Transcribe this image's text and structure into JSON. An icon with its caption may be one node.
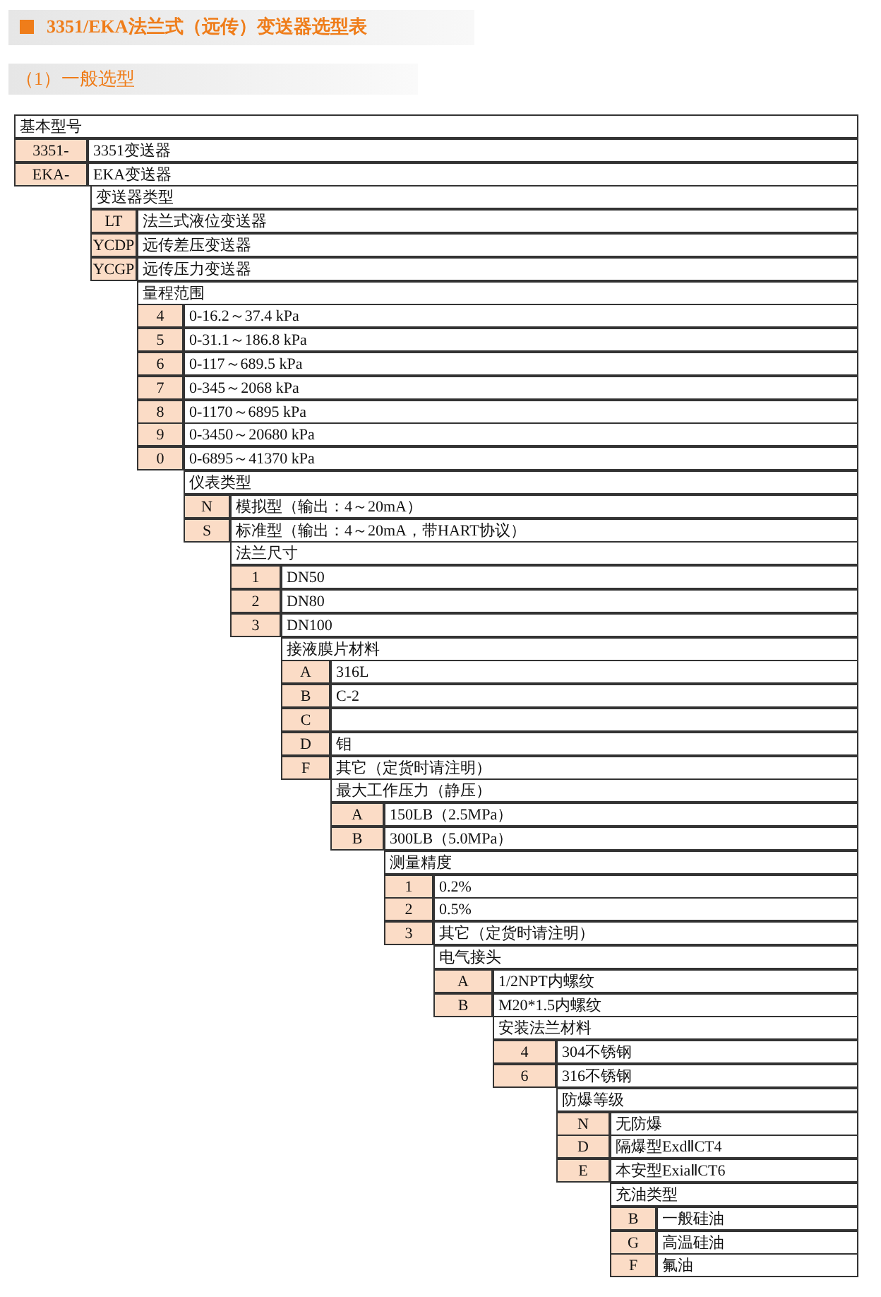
{
  "diagram": {
    "title": "3351/EKA法兰式（远传）变送器选型表",
    "labels": [
      "（1）一般选型",
      "基本型号",
      "3351-",
      "3351变送器",
      "EKA-",
      "EKA变送器",
      "变送器类型",
      "LT",
      "法兰式液位变送器",
      "YCDP",
      "远传差压变送器",
      "YCGP",
      "远传压力变送器",
      "量程范围",
      "4",
      "0-16.2～37.4 kPa",
      "5",
      "0-31.1～186.8 kPa",
      "6",
      "0-117～689.5 kPa",
      "7",
      "0-345～2068 kPa",
      "8",
      "0-1170～6895 kPa",
      "9",
      "0-3450～20680 kPa",
      "0",
      "0-6895～41370 kPa",
      "仪表类型",
      "N",
      "模拟型（输出：4～20mA）",
      "S",
      "标准型（输出：4～20mA，带HART协议）",
      "法兰尺寸",
      "1",
      "DN50",
      "2",
      "DN80",
      "3",
      "DN100",
      "接液膜片材料",
      "A",
      "316L",
      "B",
      "C-2",
      "C",
      "D",
      "钼",
      "F",
      "其它（定货时请注明）",
      "最大工作压力（静压）",
      "A",
      "150LB（2.5MPa）",
      "B",
      "300LB（5.0MPa）",
      "测量精度",
      "1",
      "0.2%",
      "2",
      "0.5%",
      "3",
      "其它（定货时请注明）",
      "电气接头",
      "A",
      "1/2NPT内螺纹",
      "B",
      "M20*1.5内螺纹",
      "安装法兰材料",
      "4",
      "304不锈钢",
      "6",
      "316不锈钢",
      "防爆等级",
      "N",
      "无防爆",
      "D",
      "隔爆型ExdⅡCT4",
      "E",
      "本安型ExiaⅡCT6",
      "充油类型",
      "B",
      "一般硅油",
      "G",
      "高温硅油",
      "F",
      "氟油"
    ]
  }
}
